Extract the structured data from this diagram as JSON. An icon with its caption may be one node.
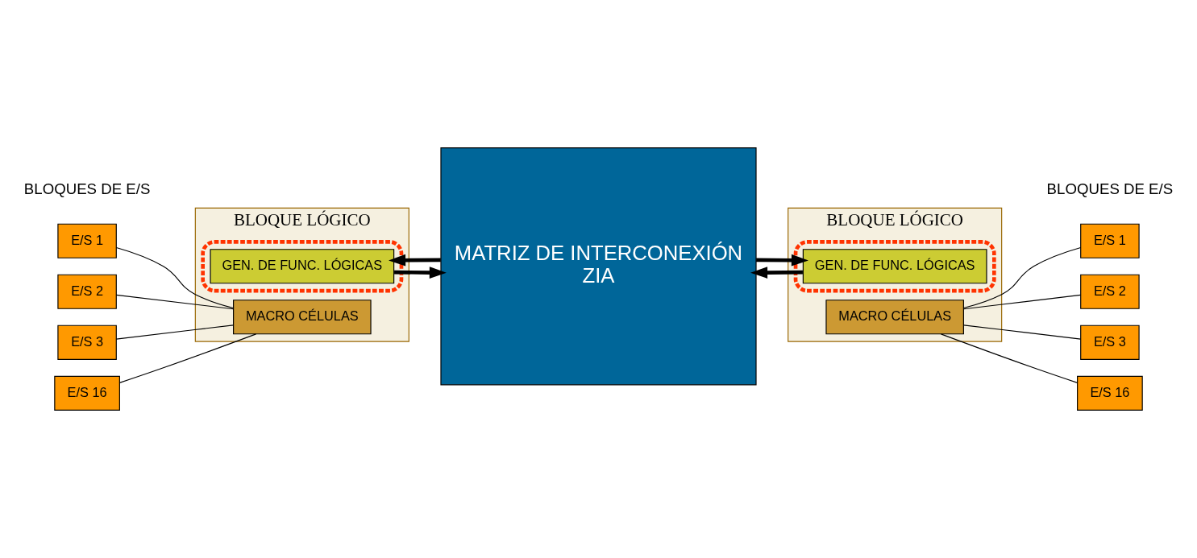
{
  "diagram": {
    "nodes": [
      {
        "text": [
          "BLOQUE LÓGICO"
        ]
      },
      {
        "text": [
          "MACRO CÉLULAS"
        ],
        "in": 0
      },
      {
        "text": [],
        "shape": "ellipse",
        "in": 0
      },
      {
        "text": [
          "GEN. DE FUNC. LÓGICAS"
        ],
        "in": 2
      },
      {
        "text": [
          "E/S 1"
        ]
      },
      {
        "text": [
          "E/S 2"
        ]
      },
      {
        "text": [
          "E/S 3"
        ]
      },
      {
        "text": [
          "E/S 16"
        ]
      },
      {
        "text": [
          "MATRIZ DE INTERCONEXIÓN",
          "ZIA"
        ]
      },
      {
        "text": [
          "BLOQUE LÓGICO"
        ]
      },
      {
        "text": [],
        "shape": "ellipse",
        "in": 9
      },
      {
        "text": [
          "GEN. DE FUNC. LÓGICAS"
        ],
        "in": 10
      },
      {
        "text": [
          "MACRO CÉLULAS"
        ],
        "in": 9
      },
      {
        "text": [
          "E/S 1"
        ]
      },
      {
        "text": [
          "E/S 2"
        ]
      },
      {
        "text": [
          "E/S 3"
        ]
      },
      {
        "text": [
          "E/S 16"
        ]
      }
    ],
    "edges": [
      {
        "from": 4,
        "to": 1,
        "arrow": "none"
      },
      {
        "from": 5,
        "to": 1,
        "arrow": "none"
      },
      {
        "from": 6,
        "to": 1,
        "arrow": "none"
      },
      {
        "from": 7,
        "to": 1,
        "arrow": "none"
      },
      {
        "from": 3,
        "to": 8,
        "arrow": "to",
        "style": "thick"
      },
      {
        "from": 8,
        "to": 3,
        "arrow": "to",
        "style": "thick"
      },
      {
        "from": 11,
        "to": 8,
        "arrow": "to",
        "style": "thick"
      },
      {
        "from": 8,
        "to": 11,
        "arrow": "to",
        "style": "thick"
      },
      {
        "from": 12,
        "to": 13,
        "arrow": "none"
      },
      {
        "from": 12,
        "to": 14,
        "arrow": "none"
      },
      {
        "from": 12,
        "to": 15,
        "arrow": "none"
      },
      {
        "from": 12,
        "to": 16,
        "arrow": "none"
      }
    ],
    "labels": [
      "BLOQUES DE E/S",
      "BLOQUES DE E/S"
    ]
  }
}
